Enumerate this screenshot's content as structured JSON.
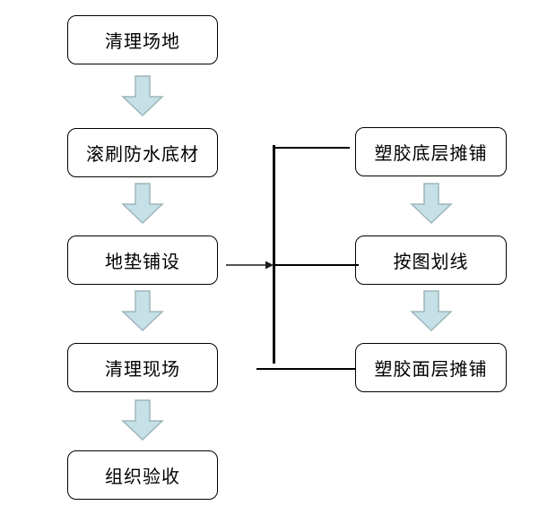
{
  "flow": {
    "left": [
      "清理场地",
      "滚刷防水底材",
      "地垫铺设",
      "清理现场",
      "组织验收"
    ],
    "right": [
      "塑胶底层摊铺",
      "按图划线",
      "塑胶面层摊铺"
    ]
  },
  "colors": {
    "background": "#ffffff",
    "box_fill": "#ffffff",
    "box_border": "#000000",
    "text": "#000000",
    "block_arrow_fill": "#c5e0e6",
    "block_arrow_stroke": "#9db5ba",
    "connector": "#000000"
  }
}
